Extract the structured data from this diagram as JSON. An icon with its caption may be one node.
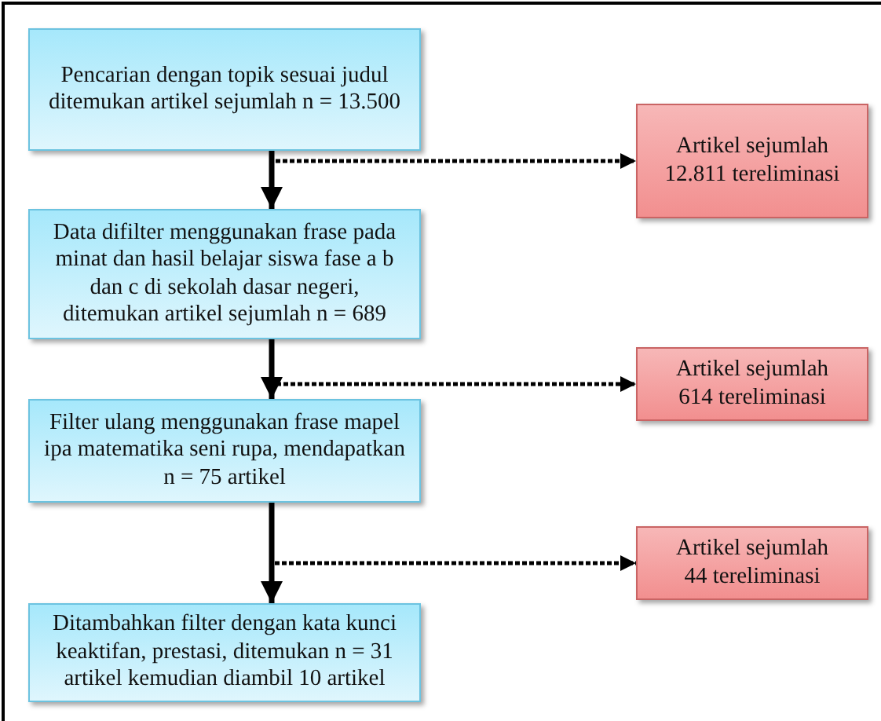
{
  "diagram": {
    "nodes": [
      {
        "text": [
          "Pencarian dengan topik sesuai judul ditemukan artikel sejumlah n =  13.500"
        ]
      },
      {
        "text": [
          "Artikel sejumlah 12.811 tereliminasi"
        ]
      },
      {
        "text": [
          "Data difilter menggunakan frase pada minat dan hasil belajar siswa fase a b dan c di sekolah dasar negeri, ditemukan artikel sejumlah n = 689"
        ]
      },
      {
        "text": [
          "Artikel sejumlah 614 tereliminasi"
        ]
      },
      {
        "text": [
          "Filter ulang menggunakan frase mapel ipa matematika seni rupa, mendapatkan n = 75 artikel"
        ]
      },
      {
        "text": [
          "Artikel sejumlah 44 tereliminasi"
        ]
      },
      {
        "text": [
          "Ditambahkan filter dengan kata kunci keaktifan, prestasi, ditemukan n = 31 artikel kemudian diambil 10 artikel"
        ]
      }
    ],
    "edges": [
      {
        "from": 0,
        "to": 2,
        "arrow": "to"
      },
      {
        "from": 0,
        "to": 1,
        "arrow": "to",
        "style": "dashed"
      },
      {
        "from": 2,
        "to": 4,
        "arrow": "to"
      },
      {
        "from": 2,
        "to": 3,
        "arrow": "to",
        "style": "dashed"
      },
      {
        "from": 4,
        "to": 6,
        "arrow": "to"
      },
      {
        "from": 4,
        "to": 5,
        "arrow": "to",
        "style": "dashed"
      }
    ]
  }
}
